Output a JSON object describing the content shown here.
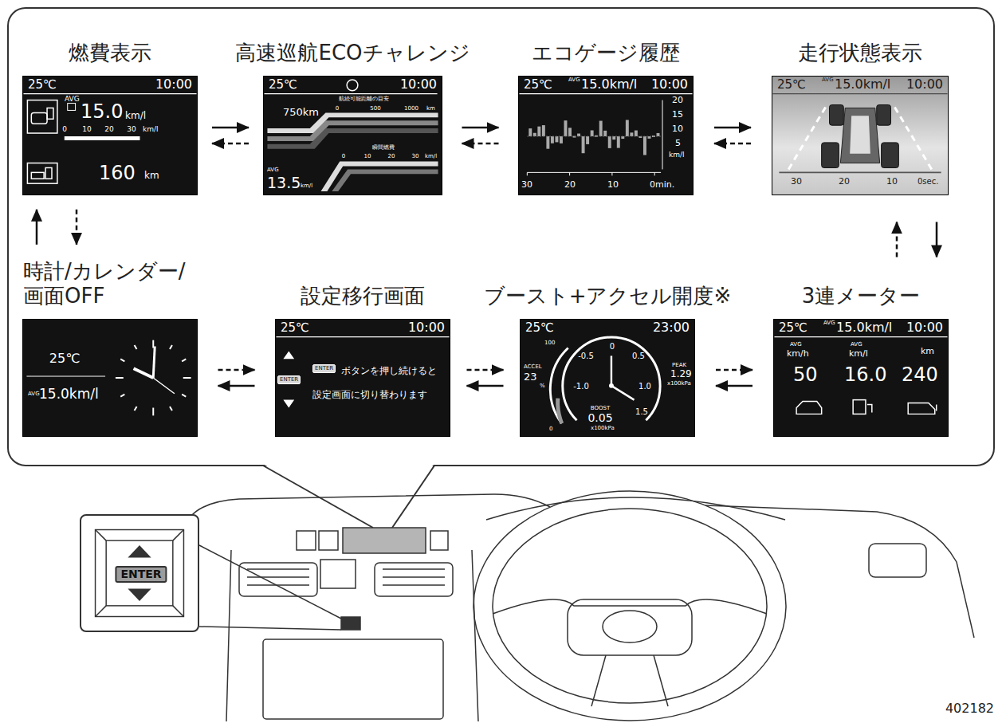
{
  "diagram": {
    "nodes": [
      {
        "text": [
          "燃費表示",
          "25℃",
          "10:00",
          "AVG",
          "15.0",
          "km/l",
          "0",
          "10",
          "20",
          "30",
          "km/l",
          "160",
          "km"
        ]
      },
      {
        "text": [
          "高速巡航ECOチャレンジ",
          "25℃",
          "10:00",
          "航続可能距離の目安",
          "750km",
          "0",
          "500",
          "1000",
          "km",
          "瞬間燃費",
          "0",
          "10",
          "20",
          "30",
          "km/l",
          "AVG",
          "13.5",
          "km/l"
        ]
      },
      {
        "text": [
          "エコゲージ履歴",
          "25℃",
          "AVG",
          "15.0km/l",
          "10:00",
          "20",
          "15",
          "10",
          "5",
          "km/l",
          "30",
          "20",
          "10",
          "0min."
        ]
      },
      {
        "text": [
          "走行状態表示",
          "25℃",
          "AVG",
          "15.0km/l",
          "10:00",
          "30",
          "20",
          "10",
          "0sec."
        ]
      },
      {
        "text": [
          "時計/カレンダー/ 画面OFF",
          "25℃",
          "AVG",
          "15.0km/l"
        ]
      },
      {
        "text": [
          "設定移行画面",
          "25℃",
          "10:00",
          "ENTER",
          "ENTER",
          "ボタンを押し続けると 設定画面に切り替わります"
        ]
      },
      {
        "text": [
          "ブースト+アクセル開度※",
          "25℃",
          "23:00",
          "0",
          "-0.5",
          "0.5",
          "-1.0",
          "1.0",
          "1.5",
          "ACCEL",
          "23",
          "%",
          "BOOST",
          "0.05",
          "x100kPa",
          "PEAK",
          "1.29",
          "x100kPa",
          "100",
          "0"
        ]
      },
      {
        "text": [
          "3連メーター",
          "25℃",
          "AVG",
          "15.0km/l",
          "10:00",
          "AVG",
          "km/h",
          "AVG",
          "km/l",
          "km",
          "50",
          "16.0",
          "240"
        ]
      },
      {
        "text": [
          "ENTER"
        ]
      }
    ],
    "edges": [
      {
        "from": 0,
        "to": 1,
        "arrow": "to"
      },
      {
        "from": 1,
        "to": 0,
        "arrow": "to"
      },
      {
        "from": 1,
        "to": 2,
        "arrow": "to"
      },
      {
        "from": 2,
        "to": 1,
        "arrow": "to"
      },
      {
        "from": 2,
        "to": 3,
        "arrow": "to"
      },
      {
        "from": 3,
        "to": 2,
        "arrow": "to"
      },
      {
        "from": 3,
        "to": 7,
        "arrow": "to"
      },
      {
        "from": 7,
        "to": 3,
        "arrow": "to"
      },
      {
        "from": 7,
        "to": 6,
        "arrow": "to"
      },
      {
        "from": 6,
        "to": 7,
        "arrow": "to"
      },
      {
        "from": 6,
        "to": 5,
        "arrow": "to"
      },
      {
        "from": 5,
        "to": 6,
        "arrow": "to"
      },
      {
        "from": 5,
        "to": 4,
        "arrow": "to"
      },
      {
        "from": 4,
        "to": 5,
        "arrow": "to"
      },
      {
        "from": 4,
        "to": 0,
        "arrow": "to"
      },
      {
        "from": 0,
        "to": 4,
        "arrow": "to"
      }
    ],
    "labels": [
      "402182"
    ]
  }
}
